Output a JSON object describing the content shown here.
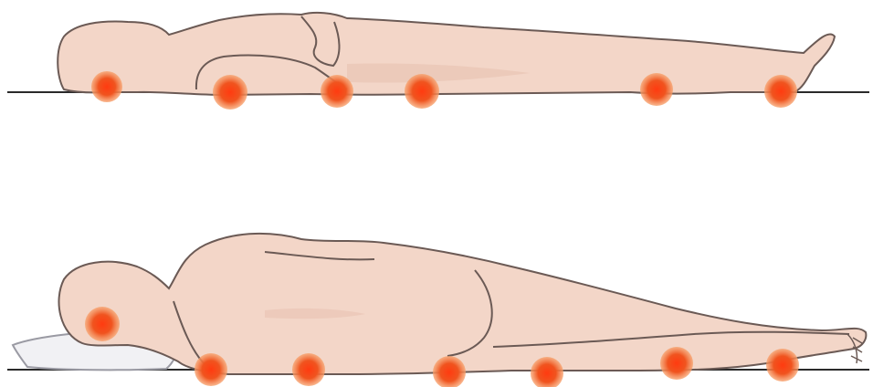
{
  "figures": [
    {
      "id": "supine",
      "pressure_points": [
        "head",
        "shoulder-blade",
        "elbow",
        "sacrum",
        "calf",
        "heel"
      ]
    },
    {
      "id": "lateral",
      "pressure_points": [
        "head",
        "shoulder",
        "elbow",
        "hip",
        "thigh",
        "knee",
        "ankle"
      ]
    }
  ],
  "colors": {
    "skin": "#f3d6c8",
    "skin_shade": "#e8c1b1",
    "outline": "#6b5a55",
    "surface_line": "#2a2a2a",
    "pillow": "#f1f1f4",
    "pressure_core": "#f0441c",
    "pressure_glow": "#f58a4c"
  }
}
